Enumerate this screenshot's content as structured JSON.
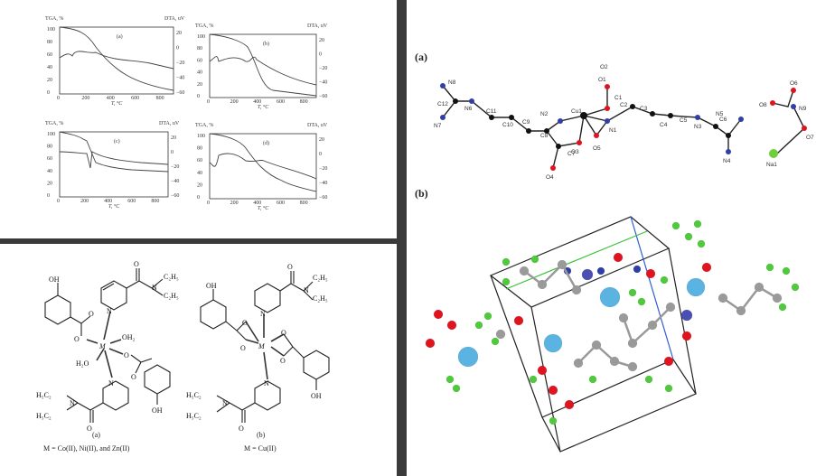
{
  "tga_panels": {
    "y_left_label": "TGA, %",
    "y_right_label": "DTA, uV",
    "x_label": "T, °C",
    "left_ticks": [
      "100",
      "80",
      "60",
      "40",
      "20",
      "0"
    ],
    "right_ticks": [
      "20",
      "0",
      "−20",
      "−40",
      "−60"
    ],
    "x_ticks": [
      "0",
      "200",
      "400",
      "600",
      "800"
    ],
    "panels": [
      {
        "tag": "(a)"
      },
      {
        "tag": "(b)"
      },
      {
        "tag": "(c)"
      },
      {
        "tag": "(d)"
      }
    ]
  },
  "complexes": {
    "left": {
      "tag": "(a)",
      "caption": "M = Co(II), Ni(II), and Zn(II)"
    },
    "right": {
      "tag": "(b)",
      "caption": "M = Cu(II)"
    },
    "labels": {
      "oh": "OH",
      "c2h5": "C₂H₅",
      "h5c2": "H₅C₂",
      "n": "N",
      "o": "O",
      "m": "M",
      "oh2": "OH₂",
      "h2o": "H₂O"
    }
  },
  "crystal": {
    "tag_a": "(a)",
    "tag_b": "(b)",
    "atoms": [
      "N8",
      "N7",
      "C12",
      "N6",
      "C11",
      "C10",
      "C9",
      "C8",
      "N2",
      "Cu1",
      "O1",
      "C1",
      "O2",
      "C2",
      "N1",
      "C3",
      "C4",
      "C5",
      "N3",
      "C6",
      "N4",
      "N5",
      "O5",
      "O3",
      "C7",
      "O4",
      "O8",
      "N9",
      "O6",
      "O7",
      "Na1"
    ]
  },
  "colors": {
    "divider": "#3a3a3a",
    "na": "#5ab3e0",
    "o": "#e0141e",
    "c": "#9a9a9a",
    "n": "#2e3fa8",
    "h": "#4ecb3a",
    "cu": "#4b4fb5"
  }
}
